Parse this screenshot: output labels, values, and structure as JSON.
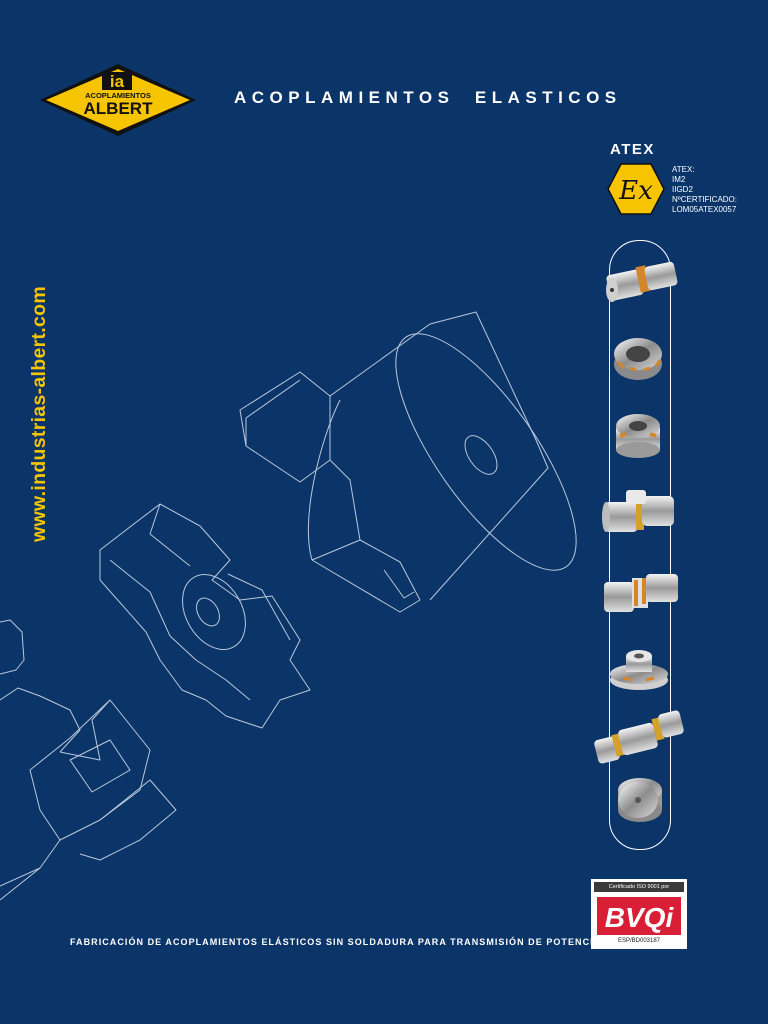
{
  "header": {
    "title": "ACOPLAMIENTOS  ELASTICOS"
  },
  "logo": {
    "monogram": "ia",
    "line1": "ACOPLAMIENTOS",
    "line2": "ALBERT",
    "colors": {
      "yellow": "#f6c400",
      "black": "#111111"
    }
  },
  "website": "www.industrias-albert.com",
  "atex": {
    "title": "ATEX",
    "symbol": "Ex",
    "lines": [
      "ATEX:",
      "IM2",
      "IIGD2",
      "NºCERTIFICADO:",
      "LOM05ATEX0057"
    ]
  },
  "products": [
    {
      "name": "coupling-1",
      "icon": "jaw-coupling-icon"
    },
    {
      "name": "coupling-2",
      "icon": "coupling-hub-icon"
    },
    {
      "name": "coupling-3",
      "icon": "coupling-hub-icon"
    },
    {
      "name": "coupling-4",
      "icon": "jaw-coupling-icon"
    },
    {
      "name": "coupling-5",
      "icon": "jaw-coupling-icon"
    },
    {
      "name": "coupling-6",
      "icon": "flange-coupling-icon"
    },
    {
      "name": "coupling-7",
      "icon": "double-coupling-icon"
    },
    {
      "name": "coupling-8",
      "icon": "disc-hub-icon"
    }
  ],
  "certification": {
    "top_text": "Certificado ISO 9001 por",
    "mark": "BVQi",
    "number": "ESP/BD003187"
  },
  "footer": {
    "text": "FABRICACIÓN DE ACOPLAMIENTOS ELÁSTICOS SIN SOLDADURA PARA TRANSMISIÓN DE POTENCIA"
  },
  "colors": {
    "background": "#0b3468",
    "accent_yellow": "#f6c400",
    "line_art": "#c9d6e6"
  }
}
